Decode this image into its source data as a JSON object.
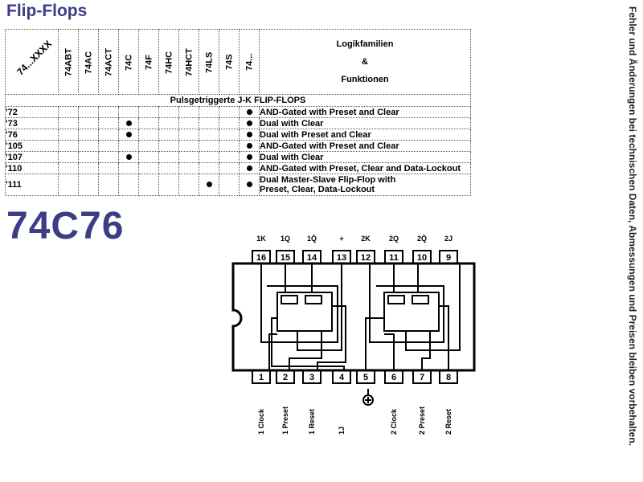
{
  "title": "Flip-Flops",
  "side_note": "Fehler und Änderungen bei technischen Daten, Abmessungen und Preisen bleiben vorbehalten.",
  "table": {
    "corner_label": "74...XXXX",
    "families": [
      "74ABT",
      "74AC",
      "74ACT",
      "74C",
      "74F",
      "74HC",
      "74HCT",
      "74LS",
      "74S",
      "74..."
    ],
    "right_header": [
      "Logikfamilien",
      "&",
      "Funktionen"
    ],
    "section_title": "Pulsgetriggerte J-K FLIP-FLOPS",
    "rows": [
      {
        "code": "'72",
        "dots": [
          9
        ],
        "desc": "AND-Gated with Preset and Clear"
      },
      {
        "code": "'73",
        "dots": [
          3,
          9
        ],
        "desc": "Dual with Clear"
      },
      {
        "code": "'76",
        "dots": [
          3,
          9
        ],
        "desc": "Dual with Preset and Clear"
      },
      {
        "code": "'105",
        "dots": [
          9
        ],
        "desc": "AND-Gated with Preset and Clear"
      },
      {
        "code": "'107",
        "dots": [
          3,
          9
        ],
        "desc": "Dual with Clear"
      },
      {
        "code": "'110",
        "dots": [
          9
        ],
        "desc": "AND-Gated with Preset, Clear and Data-Lockout"
      },
      {
        "code": "'111",
        "dots": [
          7,
          9
        ],
        "desc": "Dual Master-Slave Flip-Flop with",
        "desc2": "Preset, Clear, Data-Lockout"
      }
    ]
  },
  "part_number": "74C76",
  "chip": {
    "top_labels": [
      "1K",
      "1Q",
      "1Q̄",
      "+",
      "2K",
      "2Q",
      "2Q̄",
      "2J"
    ],
    "top_pins": [
      "16",
      "15",
      "14",
      "13",
      "12",
      "11",
      "10",
      "9"
    ],
    "bottom_pins": [
      "1",
      "2",
      "3",
      "4",
      "5",
      "6",
      "7",
      "8"
    ],
    "bottom_labels": [
      "1 Clock",
      "1 Preset",
      "1 Reset",
      "1J",
      "",
      "2 Clock",
      "2 Preset",
      "2 Reset"
    ]
  }
}
